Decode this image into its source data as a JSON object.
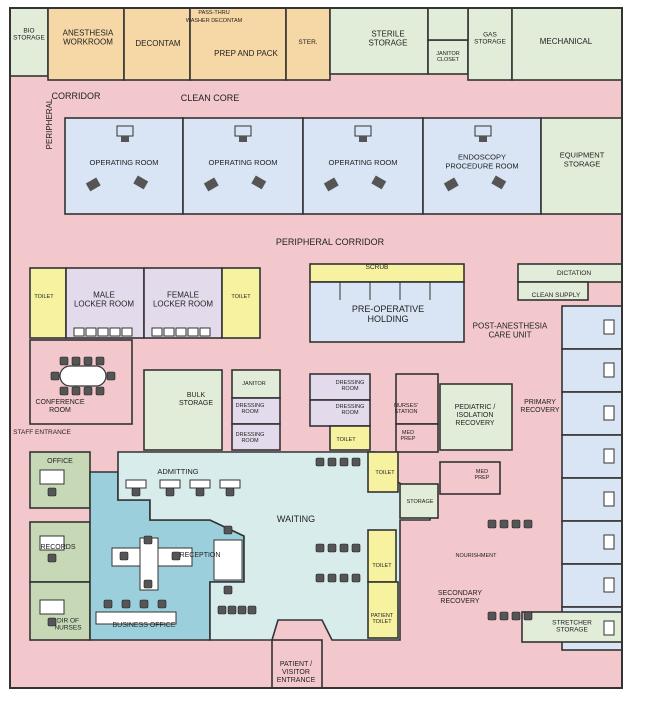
{
  "colors": {
    "corridor": "#f2c8cc",
    "orange": "#f6d7a6",
    "gray_green": "#e1ecd9",
    "gray_green_dark": "#c6d8b6",
    "blue": "#d9e4f4",
    "yellow": "#f7f2a0",
    "purple": "#e3dbeb",
    "light_cyan": "#d8ecec",
    "teal": "#9ccfdc",
    "pink": "#f2c8cc",
    "wall": "#333333"
  },
  "labels": {
    "bio_storage": [
      "BIO",
      "STORAGE"
    ],
    "anesthesia_workroom": [
      "ANESTHESIA",
      "WORKROOM"
    ],
    "decontam": "DECONTAM",
    "pass_thru": "PASS-THRU",
    "washer_decontam": "WASHER DECONTAM",
    "prep_and_pack": "PREP AND PACK",
    "ster": "STER.",
    "sterile_storage": [
      "STERILE",
      "STORAGE"
    ],
    "janitor_closet": [
      "JANITOR",
      "CLOSET"
    ],
    "gas_storage": [
      "GAS",
      "STORAGE"
    ],
    "mechanical": "MECHANICAL",
    "corridor": "CORRIDOR",
    "clean_core": "CLEAN CORE",
    "peripheral_vertical": "PERIPHERAL",
    "operating_room": "OPERATING ROOM",
    "endoscopy": [
      "ENDOSCOPY",
      "PROCEDURE ROOM"
    ],
    "equipment_storage": [
      "EQUIPMENT",
      "STORAGE"
    ],
    "peripheral_corridor": "PERIPHERAL CORRIDOR",
    "toilet": "TOILET",
    "male_locker": [
      "MALE",
      "LOCKER ROOM"
    ],
    "female_locker": [
      "FEMALE",
      "LOCKER ROOM"
    ],
    "scrub": "SCRUB",
    "pre_op_holding": [
      "PRE-OPERATIVE",
      "HOLDING"
    ],
    "dictation": "DICTATION",
    "clean_supply": "CLEAN SUPPLY",
    "pacu": [
      "POST-ANESTHESIA",
      "CARE UNIT"
    ],
    "conference_room": [
      "CONFERENCE",
      "ROOM"
    ],
    "bulk_storage": [
      "BULK",
      "STORAGE"
    ],
    "janitor": "JANITOR",
    "dressing_room": [
      "DRESSING",
      "ROOM"
    ],
    "nurses_station": [
      "NURSES'",
      "STATION"
    ],
    "med_prep": [
      "MED",
      "PREP"
    ],
    "pediatric_isolation": [
      "PEDIATRIC /",
      "ISOLATION",
      "RECOVERY"
    ],
    "primary_recovery": [
      "PRIMARY",
      "RECOVERY"
    ],
    "staff_entrance": "STAFF ENTRANCE",
    "office": "OFFICE",
    "admitting": "ADMITTING",
    "waiting": "WAITING",
    "storage": "STORAGE",
    "records": "RECORDS",
    "reception": "RECEPTION",
    "nourishment": "NOURISHMENT",
    "dir_of_nurses": [
      "DIR OF",
      "NURSES"
    ],
    "business_office": "BUSINESS OFFICE",
    "patient_toilet": [
      "PATIENT",
      "TOILET"
    ],
    "secondary_recovery": [
      "SECONDARY",
      "RECOVERY"
    ],
    "stretcher_storage": [
      "STRETCHER",
      "STORAGE"
    ],
    "patient_visitor_entrance": [
      "PATIENT /",
      "VISITOR",
      "ENTRANCE"
    ]
  }
}
